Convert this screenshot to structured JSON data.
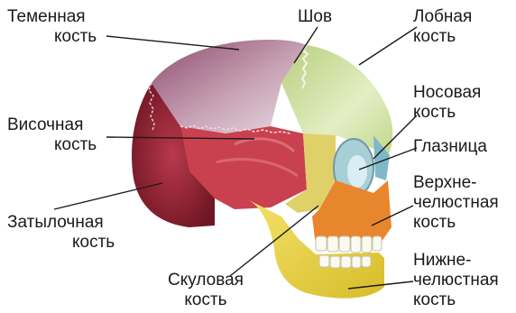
{
  "labels": {
    "parietal": [
      "Теменная",
      "кость"
    ],
    "suture": [
      "Шов"
    ],
    "frontal": [
      "Лобная",
      "кость"
    ],
    "nasal": [
      "Носовая",
      "кость"
    ],
    "orbit": [
      "Глазница"
    ],
    "temporal": [
      "Височная",
      "кость"
    ],
    "maxilla": [
      "Верхне-",
      "челюстная",
      "кость"
    ],
    "occipital": [
      "Затылочная",
      "кость"
    ],
    "zygomatic": [
      "Скуловая",
      "кость"
    ],
    "mandible": [
      "Нижне-",
      "челюстная",
      "кость"
    ]
  },
  "colors": {
    "parietal": "#b98aa3",
    "frontal": "#cfe09a",
    "temporal": "#c9414f",
    "occipital": "#9a2838",
    "zygomatic": "#e0d06a",
    "maxilla": "#e8862e",
    "mandible": "#ecd64a",
    "leader_line": "#1a1a1a"
  }
}
